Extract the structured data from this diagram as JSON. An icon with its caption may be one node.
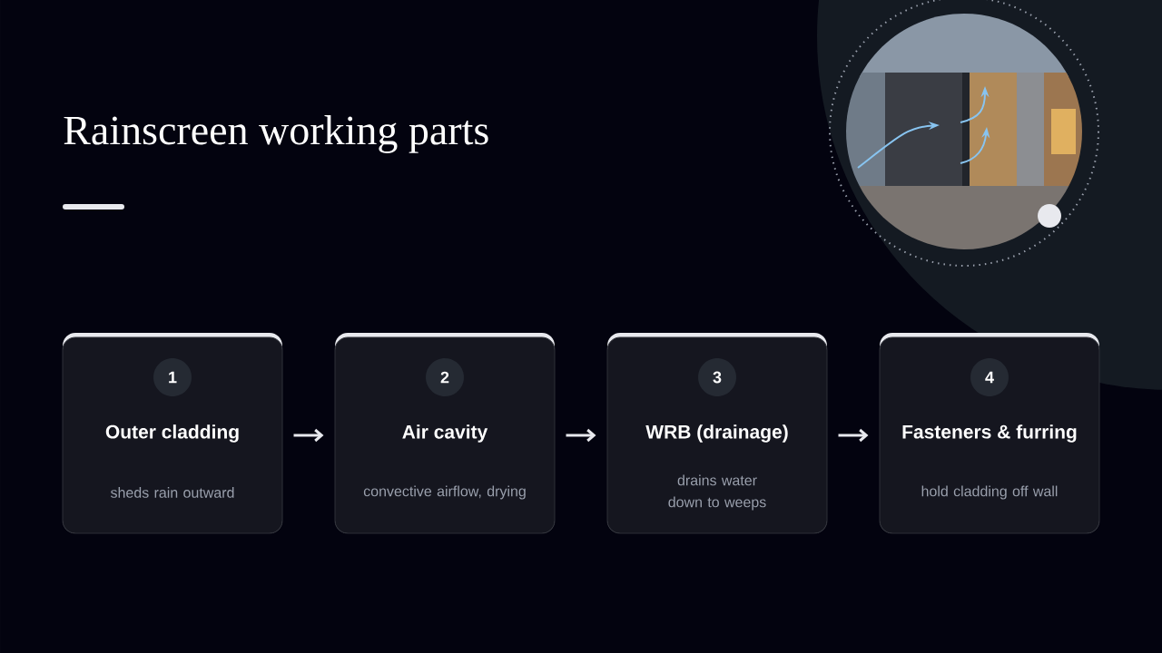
{
  "diagram": {
    "title": "Rainscreen working parts",
    "nodes": [
      {
        "text": [
          "1",
          "Outer cladding",
          "sheds rain outward"
        ]
      },
      {
        "text": [
          "2",
          "Air cavity",
          "convective airflow, drying"
        ]
      },
      {
        "text": [
          "3",
          "WRB (drainage)",
          "drains water down to weeps"
        ]
      },
      {
        "text": [
          "4",
          "Fasteners & furring",
          "hold cladding off wall"
        ]
      }
    ],
    "edges": [
      {
        "from": 0,
        "to": 1,
        "arrow": "to"
      },
      {
        "from": 1,
        "to": 2,
        "arrow": "to"
      },
      {
        "from": 2,
        "to": 3,
        "arrow": "to"
      }
    ]
  }
}
